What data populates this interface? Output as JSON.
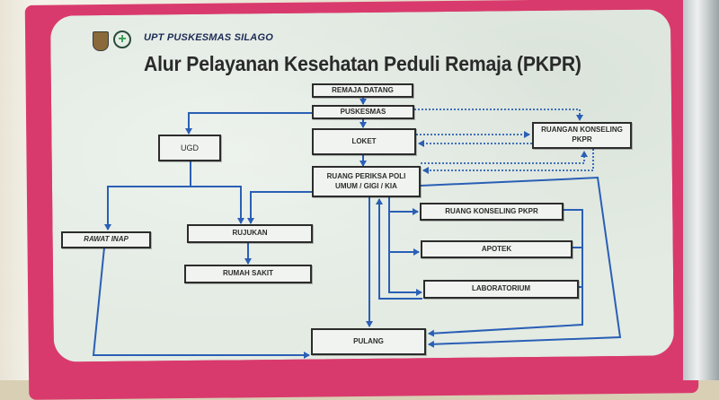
{
  "header": {
    "organization": "UPT PUSKESMAS SILAGO",
    "title": "Alur Pelayanan Kesehatan Peduli Remaja (PKPR)"
  },
  "nodes": {
    "remaja_datang": "REMAJA DATANG",
    "puskesmas": "PUSKESMAS",
    "loket": "LOKET",
    "ruangan_konseling": "RUANGAN KONSELING PKPR",
    "ugd": "UGD",
    "ruang_periksa_line1": "RUANG PERIKSA POLI",
    "ruang_periksa_line2": "UMUM / GIGI / KIA",
    "ruang_konseling_pkpr": "RUANG KONSELING PKPR",
    "rawat_inap": "RAWAT INAP",
    "rujukan": "RUJUKAN",
    "apotek": "APOTEK",
    "rumah_sakit": "RUMAH SAKIT",
    "laboratorium": "LABORATORIUM",
    "pulang": "PULANG"
  },
  "colors": {
    "arrow": "#2a5fb5",
    "frame": "#d93a6d",
    "panel": "#e3ebe3"
  }
}
